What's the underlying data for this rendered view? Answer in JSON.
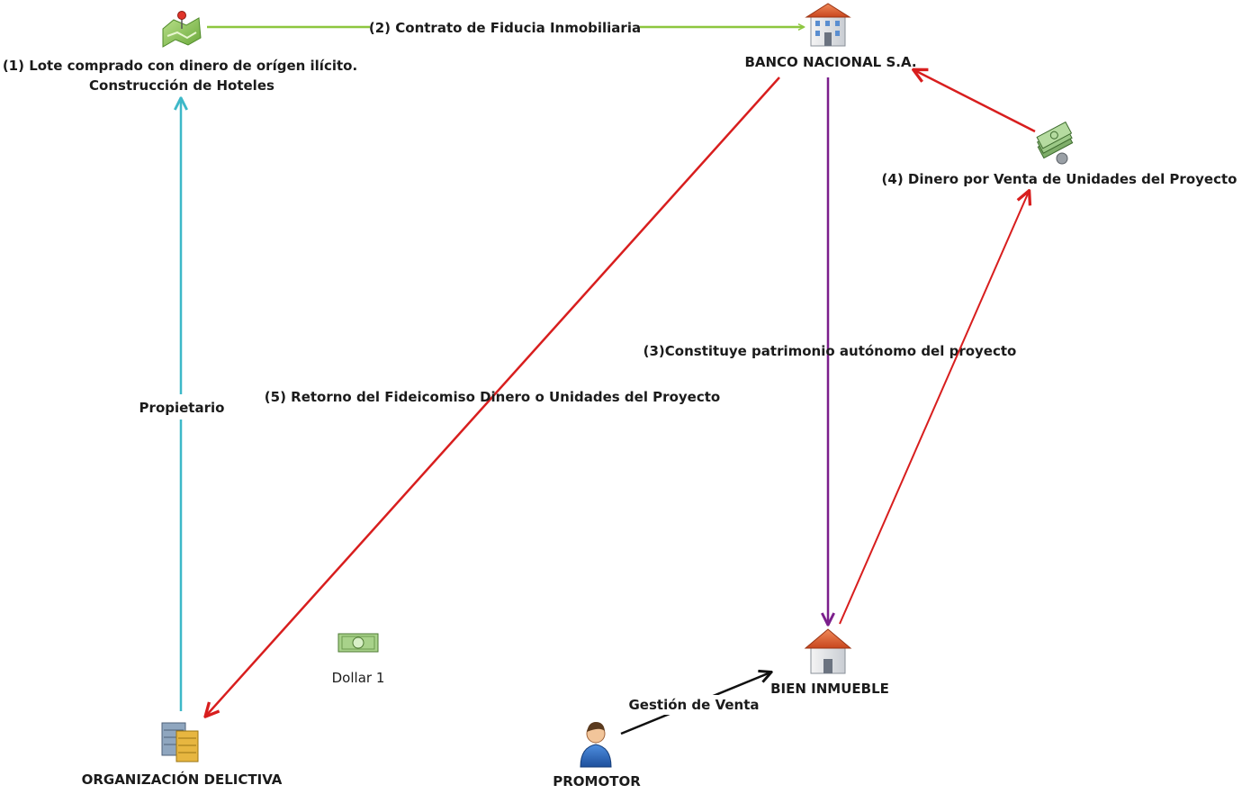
{
  "nodes": {
    "lote": {
      "line1": "(1) Lote comprado con dinero de orígen ilícito.",
      "line2": "Construcción de Hoteles",
      "icon": "map-pin-icon"
    },
    "banco": {
      "label": "BANCO NACIONAL S.A.",
      "icon": "building-icon"
    },
    "dinero_venta": {
      "label": "(4) Dinero por Venta de Unidades del Proyecto",
      "icon": "money-stack-icon"
    },
    "organizacion": {
      "label": "ORGANIZACIÓN DELICTIVA",
      "icon": "server-stack-icon"
    },
    "dollar": {
      "label": "Dollar 1",
      "icon": "dollar-bill-icon"
    },
    "bien": {
      "label": "BIEN INMUEBLE",
      "icon": "house-icon"
    },
    "promotor": {
      "label": "PROMOTOR",
      "icon": "person-icon"
    }
  },
  "edges": {
    "contrato": {
      "label": "(2) Contrato de Fiducia Inmobiliaria",
      "color": "#8dc63f"
    },
    "propietario": {
      "label": "Propietario",
      "color": "#3db8c8"
    },
    "retorno": {
      "label": "(5) Retorno del Fideicomiso Dinero o Unidades del Proyecto",
      "color": "#d81e1e"
    },
    "constituye": {
      "label": "(3)Constituye patrimonio autónomo del proyecto",
      "color": "#7b1f8c"
    },
    "venta_dinero": {
      "label": "",
      "color": "#d81e1e"
    },
    "dinero_banco": {
      "label": "",
      "color": "#d81e1e"
    },
    "gestion": {
      "label": "Gestión de Venta",
      "color": "#111111"
    }
  }
}
